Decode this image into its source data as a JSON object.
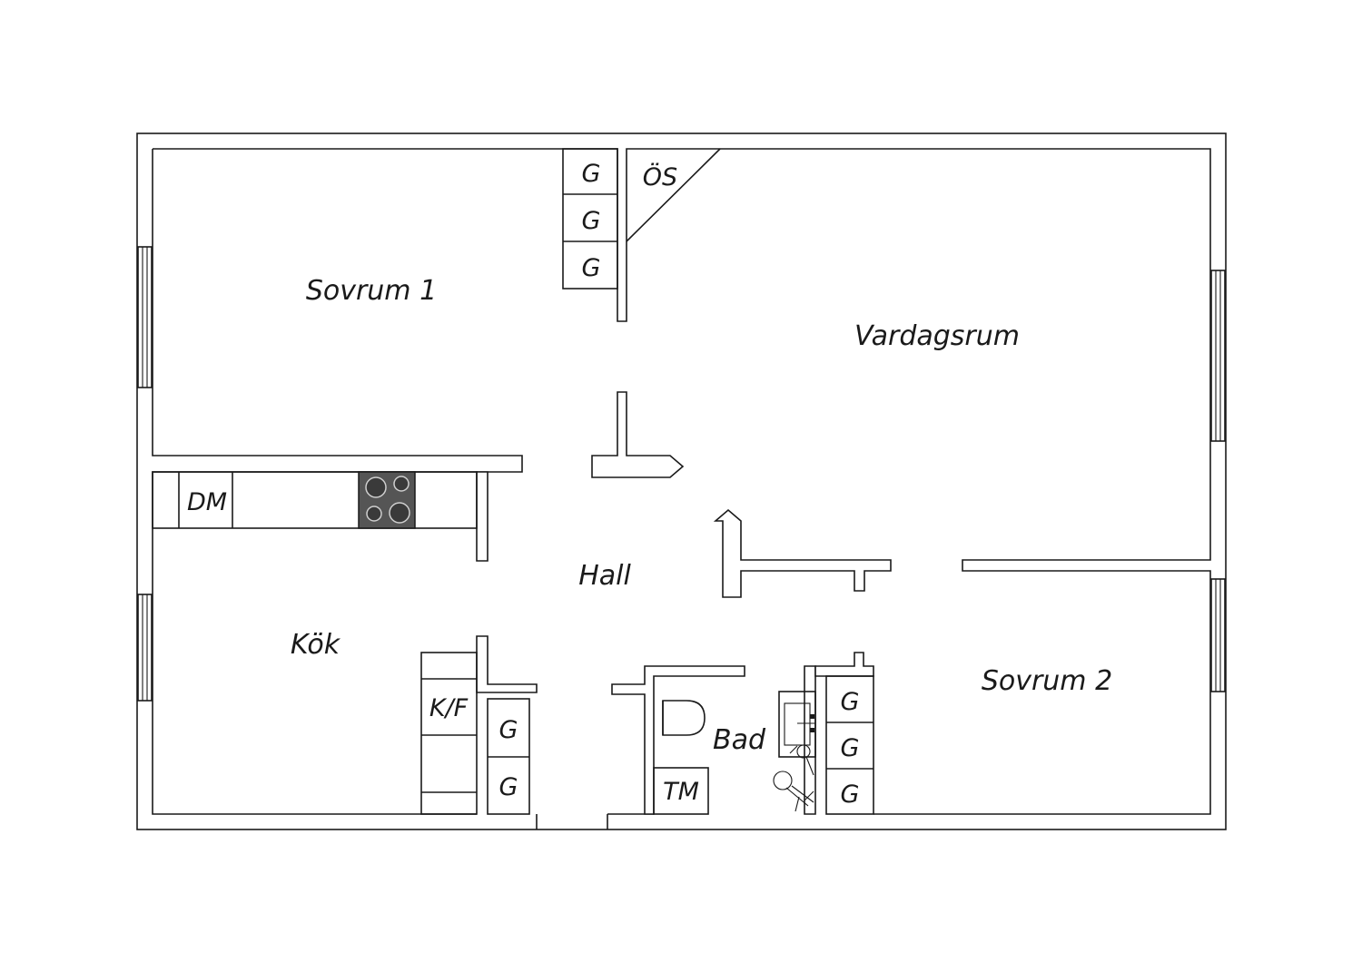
{
  "rooms": {
    "sovrum1": "Sovrum 1",
    "vardagsrum": "Vardagsrum",
    "hall": "Hall",
    "kok": "Kök",
    "bad": "Bad",
    "sovrum2": "Sovrum 2"
  },
  "fixtures": {
    "wardrobe": "G",
    "open_shelf": "ÖS",
    "dishwasher": "DM",
    "fridge_freezer": "K/F",
    "washing_machine": "TM"
  },
  "colors": {
    "line": "#1a1a1a",
    "stove": "#555555",
    "background": "#ffffff"
  }
}
